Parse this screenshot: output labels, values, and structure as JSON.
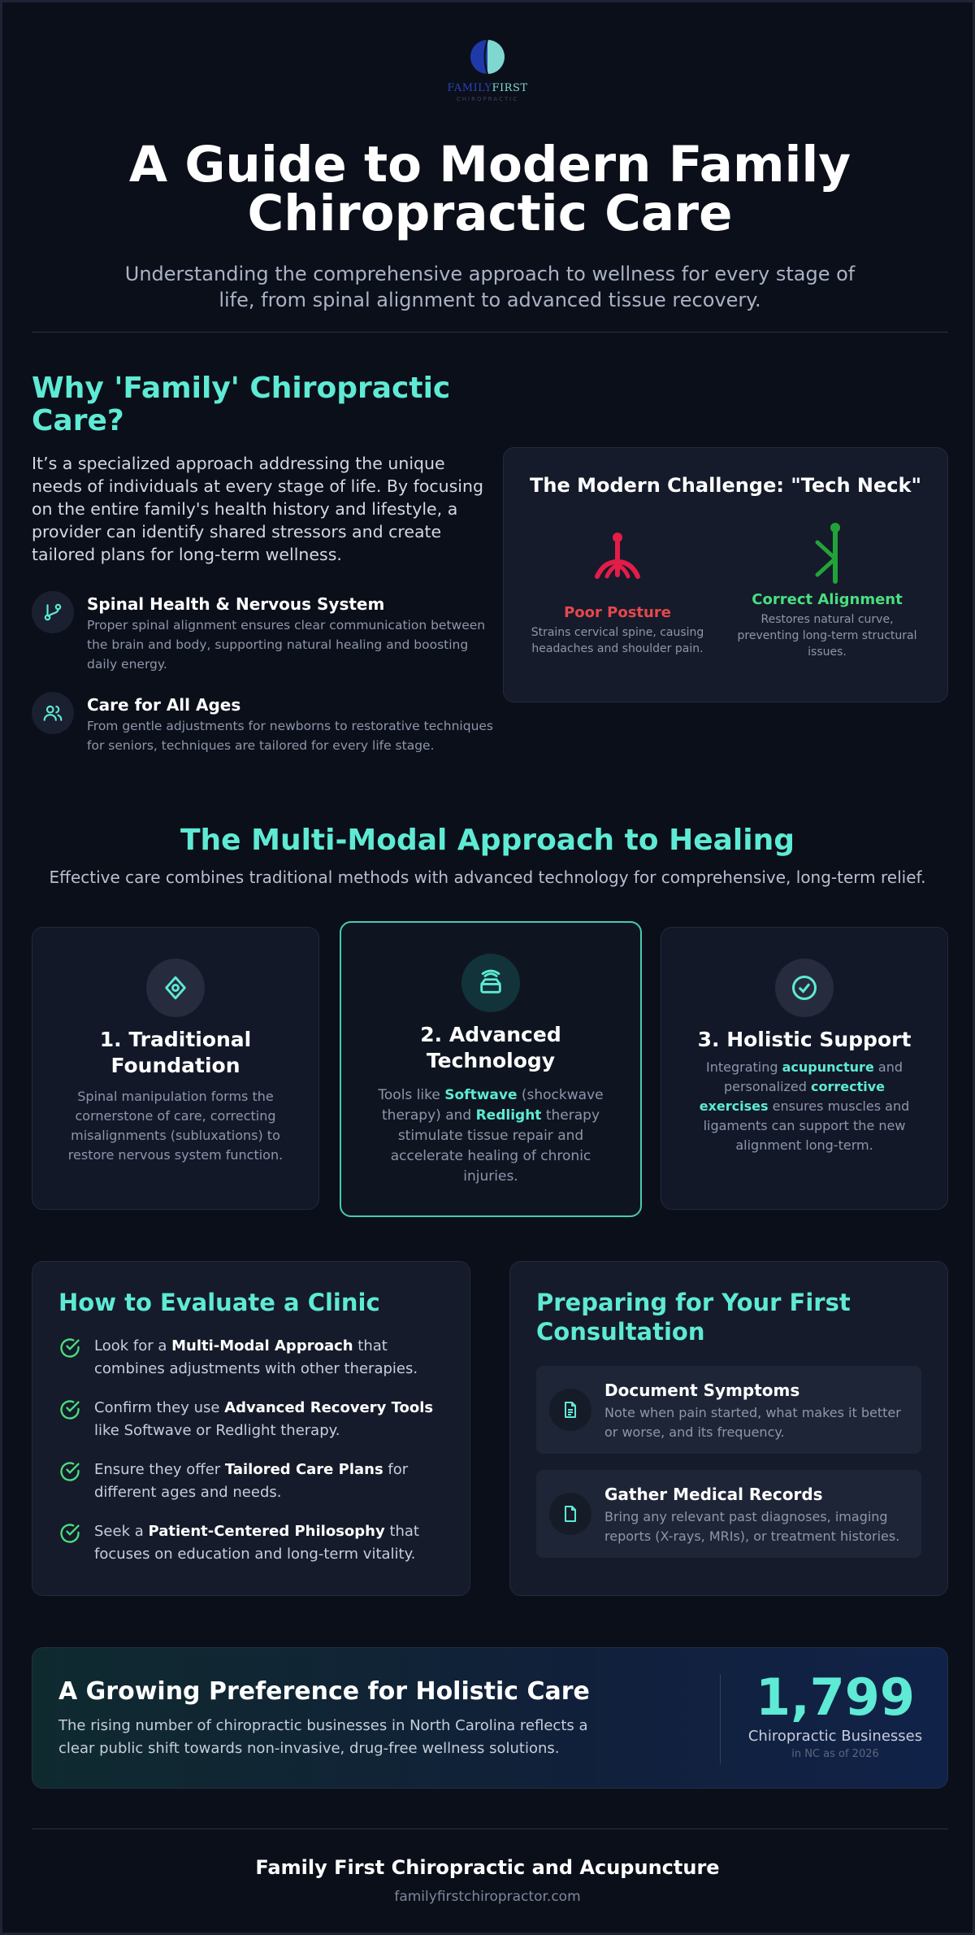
{
  "brand": {
    "logo_part1": "FAMILY",
    "logo_part2": "FIRST",
    "logo_sub": "CHIROPRACTIC"
  },
  "hero": {
    "title": "A Guide to Modern Family Chiropractic Care",
    "subtitle": "Understanding the comprehensive approach to wellness for every stage of life, from spinal alignment to advanced tissue recovery."
  },
  "why": {
    "title": "Why 'Family' Chiropractic Care?",
    "body": "It’s a specialized approach addressing the unique needs of individuals at every stage of life. By focusing on the entire family's health history and lifestyle, a provider can identify shared stressors and create tailored plans for long-term wellness.",
    "features": [
      {
        "title": "Spinal Health & Nervous System",
        "desc": "Proper spinal alignment ensures clear communication between the brain and body, supporting natural healing and boosting daily energy."
      },
      {
        "title": "Care for All Ages",
        "desc": "From gentle adjustments for newborns to restorative techniques for seniors, techniques are tailored for every life stage."
      }
    ]
  },
  "tech_neck": {
    "title": "The Modern Challenge: \"Tech Neck\"",
    "poor": {
      "label": "Poor Posture",
      "desc": "Strains cervical spine, causing headaches and shoulder pain."
    },
    "correct": {
      "label": "Correct Alignment",
      "desc": "Restores natural curve, preventing long-term structural issues."
    }
  },
  "multimodal": {
    "title": "The Multi-Modal Approach to Healing",
    "subtitle": "Effective care combines traditional methods with advanced technology for comprehensive, long-term relief.",
    "cards": [
      {
        "title": "1. Traditional Foundation",
        "desc": "Spinal manipulation forms the cornerstone of care, correcting misalignments (subluxations) to restore nervous system function."
      },
      {
        "title": "2. Advanced Technology",
        "desc_parts": [
          "Tools like ",
          "Softwave",
          " (shockwave therapy) and ",
          "Redlight",
          " therapy stimulate tissue repair and accelerate healing of chronic injuries."
        ]
      },
      {
        "title": "3. Holistic Support",
        "desc_parts": [
          "Integrating ",
          "acupuncture",
          " and personalized ",
          "corrective exercises",
          " ensures muscles and ligaments can support the new alignment long-term."
        ]
      }
    ]
  },
  "evaluate": {
    "title": "How to Evaluate a Clinic",
    "items": [
      {
        "pre": "Look for a ",
        "bold": "Multi-Modal Approach",
        "post": " that combines adjustments with other therapies."
      },
      {
        "pre": "Confirm they use ",
        "bold": "Advanced Recovery Tools",
        "post": " like Softwave or Redlight therapy."
      },
      {
        "pre": "Ensure they offer ",
        "bold": "Tailored Care Plans",
        "post": " for different ages and needs."
      },
      {
        "pre": "Seek a ",
        "bold": "Patient-Centered Philosophy",
        "post": " that focuses on education and long-term vitality."
      }
    ]
  },
  "consultation": {
    "title": "Preparing for Your First Consultation",
    "items": [
      {
        "title": "Document Symptoms",
        "desc": "Note when pain started, what makes it better or worse, and its frequency."
      },
      {
        "title": "Gather Medical Records",
        "desc": "Bring any relevant past diagnoses, imaging reports (X-rays, MRIs), or treatment histories."
      }
    ]
  },
  "growth": {
    "title": "A Growing Preference for Holistic Care",
    "desc": "The rising number of chiropractic businesses in North Carolina reflects a clear public shift towards non-invasive, drug-free wellness solutions.",
    "stat": "1,799",
    "stat_label": "Chiropractic Businesses",
    "stat_note": "in NC as of 2026"
  },
  "footer": {
    "name": "Family First Chiropractic and Acupuncture",
    "url": "familyfirstchiropractor.com"
  },
  "colors": {
    "accent": "#5eead4",
    "background": "#0b0f19",
    "poor": "#e5484d",
    "correct": "#4ade80"
  }
}
